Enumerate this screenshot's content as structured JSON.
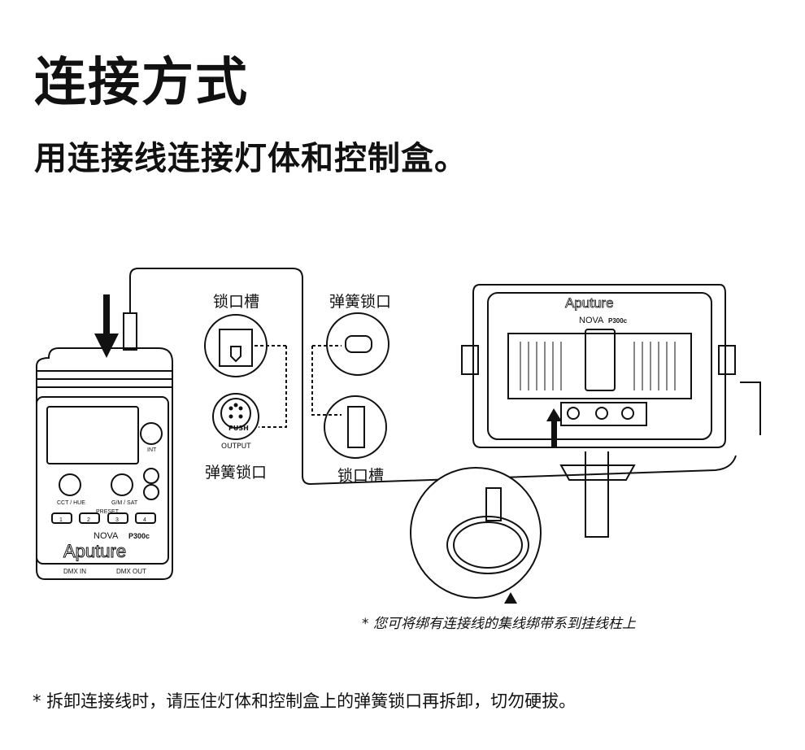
{
  "header": {
    "title": "连接方式",
    "subtitle": "用连接线连接灯体和控制盒。"
  },
  "callouts": {
    "lock_slot_top": "锁口槽",
    "spring_lock_top": "弹簧锁口",
    "spring_lock_bottom": "弹簧锁口",
    "lock_slot_bottom": "锁口槽"
  },
  "connector": {
    "push": "PUSH",
    "output": "OUTPUT"
  },
  "control_box": {
    "int": "INT",
    "knob_left": "CCT / HUE",
    "knob_right": "G/M / SAT",
    "preset": "PRESET",
    "presets": [
      "1",
      "2",
      "3",
      "4"
    ],
    "model": "NOVA",
    "model_code": "P300c",
    "brand": "Aputure",
    "dmx_in": "DMX IN",
    "dmx_out": "DMX OUT"
  },
  "light": {
    "brand": "Aputure",
    "model": "NOVA",
    "model_code": "P300c"
  },
  "notes": {
    "strap": "* 您可将绑有连接线的集线绑带系到挂线柱上",
    "removal": "* 拆卸连接线时，请压住灯体和控制盒上的弹簧锁口再拆卸，切勿硬拔。"
  }
}
